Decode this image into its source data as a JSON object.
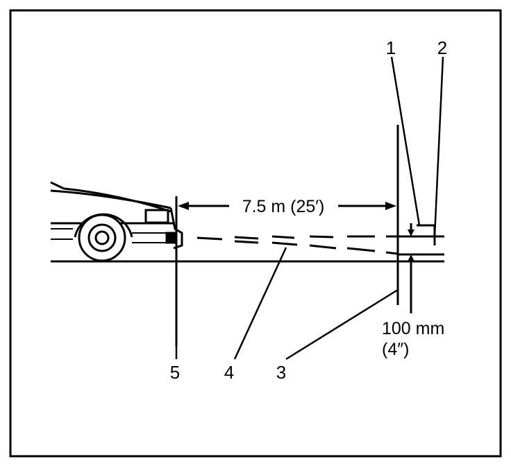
{
  "diagram": {
    "distance_label": "7.5 m (25′)",
    "drop_label_metric": "100 mm",
    "drop_label_imperial": "(4″)",
    "callouts": [
      "1",
      "2",
      "3",
      "4",
      "5"
    ]
  },
  "colors": {
    "ink": "#000000",
    "paper": "#ffffff"
  }
}
